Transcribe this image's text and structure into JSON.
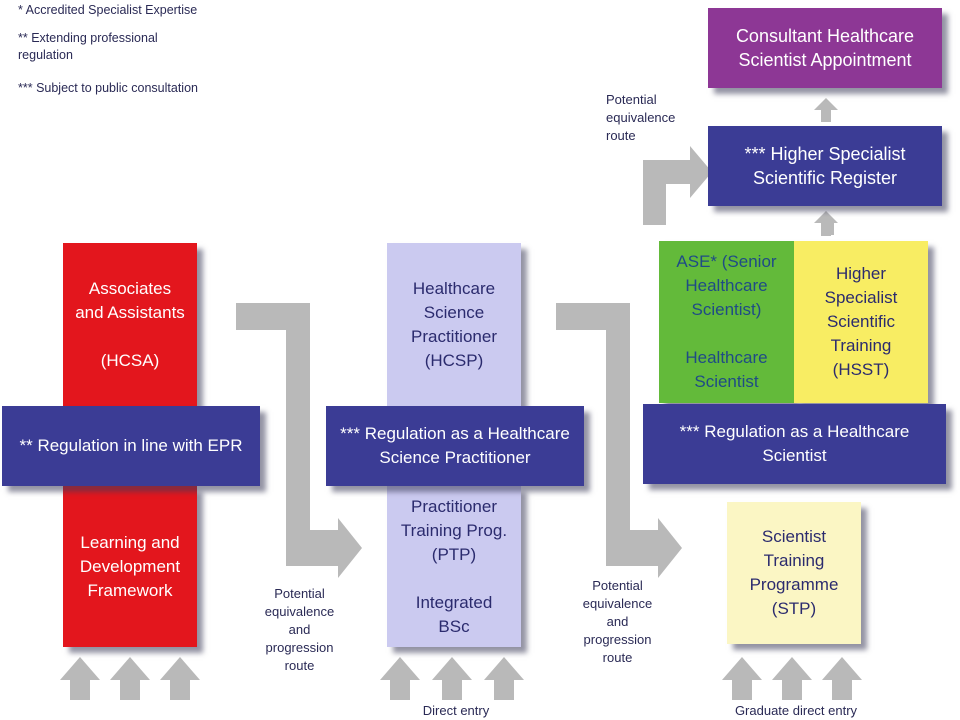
{
  "legend": {
    "item1": "* Accredited Specialist Expertise",
    "item2": "** Extending professional\nregulation",
    "item3": "*** Subject to public consultation"
  },
  "boxes": {
    "consultant": "Consultant Healthcare\nScientist Appointment",
    "hssr": "*** Higher Specialist\nScientific Register",
    "ase": "ASE* (Senior\nHealthcare\nScientist)\n\nHealthcare\nScientist",
    "hsst": "Higher\nSpecialist\nScientific\nTraining\n(HSST)",
    "hcsa": "Associates\nand Assistants\n\n(HCSA)",
    "epr": "** Regulation in line with EPR",
    "ldf": "Learning and\nDevelopment\nFramework",
    "hcsp": "Healthcare\nScience\nPractitioner\n(HCSP)",
    "reg_practitioner": "*** Regulation as a Healthcare\nScience Practitioner",
    "ptp": "Practitioner\nTraining Prog.\n(PTP)\n\nIntegrated\nBSc",
    "reg_scientist": "*** Regulation as a Healthcare\nScientist",
    "stp": "Scientist\nTraining\nProgramme\n(STP)"
  },
  "notes": {
    "equiv_top": "Potential\nequivalence\nroute",
    "equiv_left": "Potential\nequivalence\nand\nprogression\nroute",
    "equiv_mid": "Potential\nequivalence\nand\nprogression\nroute",
    "direct_entry": "Direct  entry",
    "graduate_entry": "Graduate direct entry"
  },
  "colors": {
    "navy": "#3b3c95",
    "red": "#e3161d",
    "lavender": "#cbcaf0",
    "purple": "#8d3795",
    "green": "#63ba3a",
    "yellow": "#f8ed63",
    "cream": "#fbf6c4",
    "arrow_gray": "#b9b9b9"
  }
}
